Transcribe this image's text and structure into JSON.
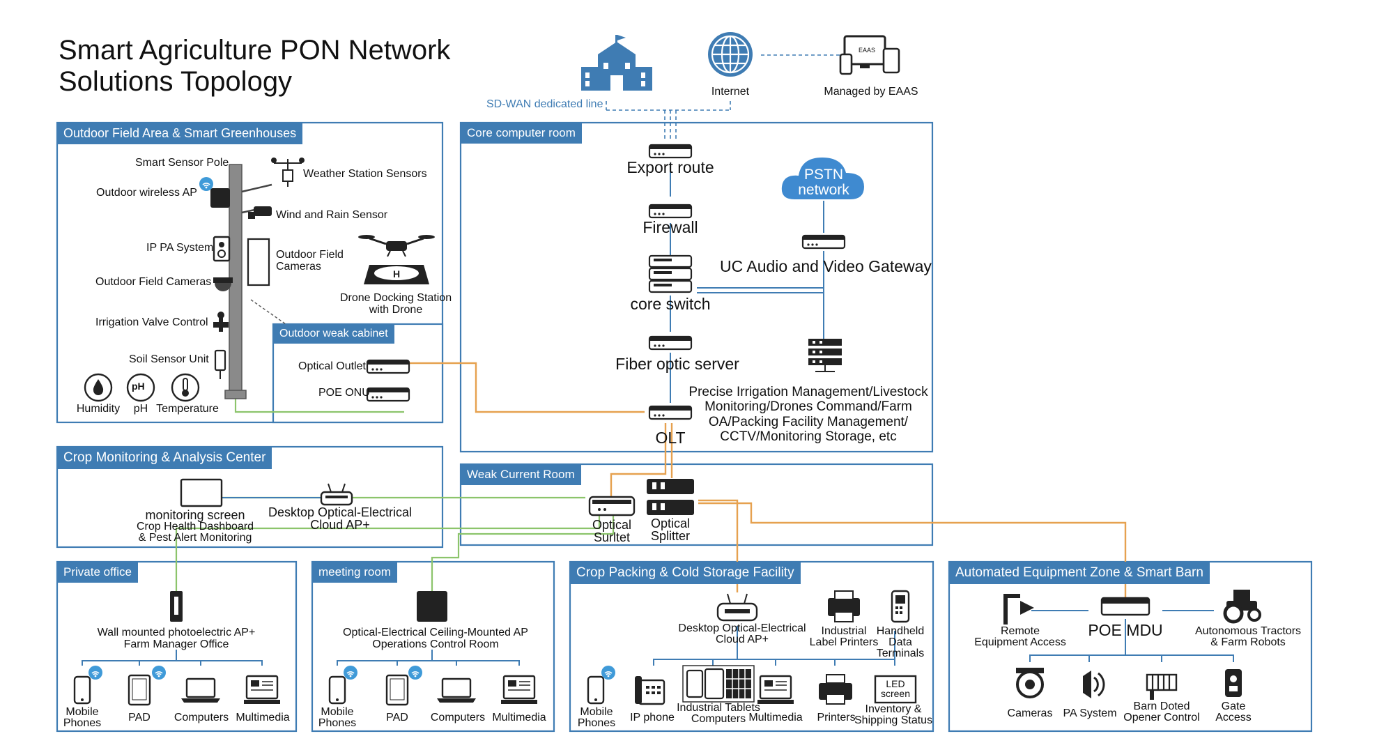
{
  "title": {
    "line1": "Smart Agriculture PON Network",
    "line2": "Solutions Topology"
  },
  "top": {
    "internet": "Internet",
    "managed": "Managed by EAAS",
    "eaas_badge": "EAAS",
    "sdwan": "SD-WAN dedicated line"
  },
  "sections": {
    "outdoor": "Outdoor Field Area & Smart Greenhouses",
    "cabinet": "Outdoor weak cabinet",
    "core": "Core computer room",
    "crop_mon": "Crop Monitoring & Analysis Center",
    "weak": "Weak Current Room",
    "office": "Private office",
    "meeting": "meeting room",
    "packing": "Crop Packing & Cold Storage Facility",
    "barn": "Automated Equipment Zone & Smart Barn"
  },
  "outdoor": {
    "pole": "Smart Sensor Pole",
    "weather": "Weather Station Sensors",
    "wap": "Outdoor wireless AP",
    "wind": "Wind and Rain Sensor",
    "pa": "IP PA System",
    "fieldcam_right": [
      "Outdoor Field",
      "Cameras"
    ],
    "fieldcam_left": "Outdoor Field Cameras",
    "drone": [
      "Drone Docking Station",
      "with Drone"
    ],
    "valve": "Irrigation Valve Control",
    "soil": "Soil Sensor Unit",
    "humidity": "Humidity",
    "ph": "pH",
    "ph_glyph": "pH",
    "temperature": "Temperature",
    "optical_outlet": "Optical Outlet",
    "poe_onu": "POE ONU"
  },
  "core": {
    "export_route": "Export route",
    "firewall": "Firewall",
    "core_switch": "core switch",
    "fiber_server": "Fiber optic server",
    "olt": "OLT",
    "pstn": [
      "PSTN",
      "network"
    ],
    "uc_gateway": "UC Audio and Video Gateway",
    "apps": [
      "Precise Irrigation Management/Livestock",
      "Monitoring/Drones Command/Farm",
      "OA/Packing Facility Management/",
      "CCTV/Monitoring Storage, etc"
    ]
  },
  "crop_mon": {
    "screen": [
      "monitoring screen",
      "Crop Health Dashboard",
      "& Pest Alert Monitoring"
    ],
    "desktop_ap": [
      "Desktop Optical-Electrical",
      "Cloud AP+"
    ]
  },
  "weak": {
    "surlet": [
      "Optical",
      "Surltet"
    ],
    "splitter": [
      "Optical",
      "Splitter"
    ]
  },
  "office": {
    "ap": [
      "Wall mounted photoelectric AP+",
      "Farm Manager Office"
    ],
    "devices": {
      "mobile": [
        "Mobile",
        "Phones"
      ],
      "pad": "PAD",
      "computers": "Computers",
      "multimedia": "Multimedia"
    }
  },
  "meeting": {
    "ap": [
      "Optical-Electrical Ceiling-Mounted AP",
      "Operations Control Room"
    ],
    "devices": {
      "mobile": [
        "Mobile",
        "Phones"
      ],
      "pad": "PAD",
      "computers": "Computers",
      "multimedia": "Multimedia"
    }
  },
  "packing": {
    "ap": [
      "Desktop Optical-Electrical",
      "Cloud AP+"
    ],
    "label_printers": [
      "Industrial",
      "Label Printers"
    ],
    "handheld": [
      "Handheld",
      "Data",
      "Terminals"
    ],
    "mobile": [
      "Mobile",
      "Phones"
    ],
    "ipphone": "IP phone",
    "tablets": [
      "Industrial Tablets",
      "Computers"
    ],
    "multimedia": "Multimedia",
    "printers": "Printers",
    "led_badge": [
      "LED",
      "screen"
    ],
    "inventory": [
      "Inventory &",
      "Shipping Status"
    ]
  },
  "barn": {
    "remote": [
      "Remote",
      "Equipment Access"
    ],
    "poe_mdu": "POE MDU",
    "tractors": [
      "Autonomous Tractors",
      "& Farm Robots"
    ],
    "cameras": "Cameras",
    "pa": "PA System",
    "barn_door": [
      "Barn Doted",
      "Opener Control"
    ],
    "gate": [
      "Gate",
      "Access"
    ]
  },
  "colors": {
    "accent": "#3f7cb3",
    "orange": "#e6a14f",
    "green": "#8cc46b",
    "line": "#3f7cb3"
  }
}
